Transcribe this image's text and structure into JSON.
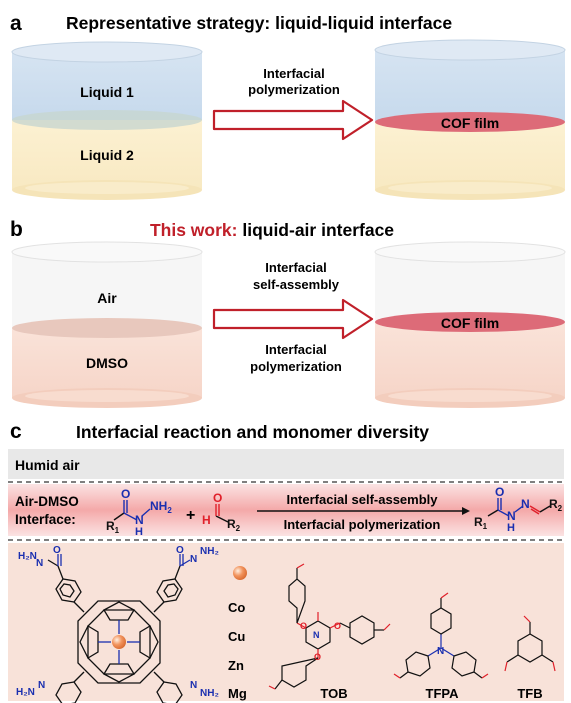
{
  "panel_a": {
    "letter": "a",
    "title": "Representative strategy: liquid-liquid interface",
    "label_top": "Liquid 1",
    "label_bottom": "Liquid 2",
    "arrow_line1": "Interfacial",
    "arrow_line2": "polymerization",
    "film_label": "COF film"
  },
  "panel_b": {
    "letter": "b",
    "title_highlight": "This work:",
    "title_rest": "liquid-air interface",
    "label_top": "Air",
    "label_bottom": "DMSO",
    "arrow_above_line1": "Interfacial",
    "arrow_above_line2": "self-assembly",
    "arrow_below_line1": "Interfacial",
    "arrow_below_line2": "polymerization",
    "film_label": "COF film"
  },
  "panel_c": {
    "letter": "c",
    "title": "Interfacial reaction and monomer diversity",
    "humid_label": "Humid air",
    "interface_line1": "Air-DMSO",
    "interface_line2": "Interface:",
    "reaction_above": "Interfacial self-assembly",
    "reaction_below": "Interfacial polymerization",
    "metals": [
      "Co",
      "Cu",
      "Zn",
      "Mg"
    ],
    "monomers": [
      "TOB",
      "TFPA",
      "TFB"
    ]
  },
  "colors": {
    "liquid_blue": "#c9dcee",
    "liquid_yellow": "#fbeec9",
    "air_gray": "#f4f4f4",
    "dmso_peach": "#f9ddd2",
    "cof_film": "#dd6b78",
    "arrow_red": "#c0202a",
    "highlight_red": "#c0202a",
    "chem_blue": "#1a2fb0",
    "chem_red": "#e0202a",
    "metal_orange": "#f08a50"
  }
}
